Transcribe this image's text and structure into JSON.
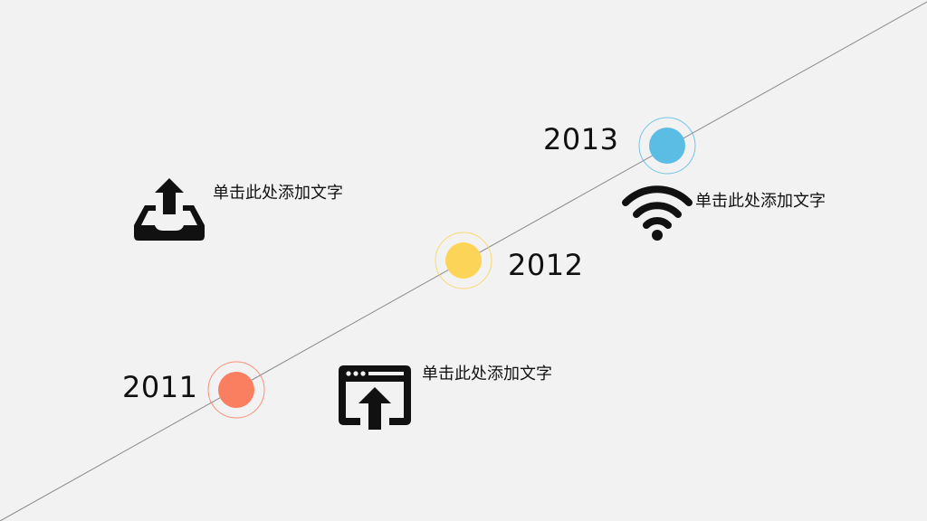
{
  "milestones": [
    {
      "year": "2011",
      "caption": "单击此处添加文字",
      "icon": "browser-upload-icon",
      "color": "#fa7f60"
    },
    {
      "year": "2012",
      "caption": "单击此处添加文字",
      "icon": "inbox-upload-icon",
      "color": "#fcd558"
    },
    {
      "year": "2013",
      "caption": "单击此处添加文字",
      "icon": "wifi-icon",
      "color": "#5bbde3"
    }
  ]
}
